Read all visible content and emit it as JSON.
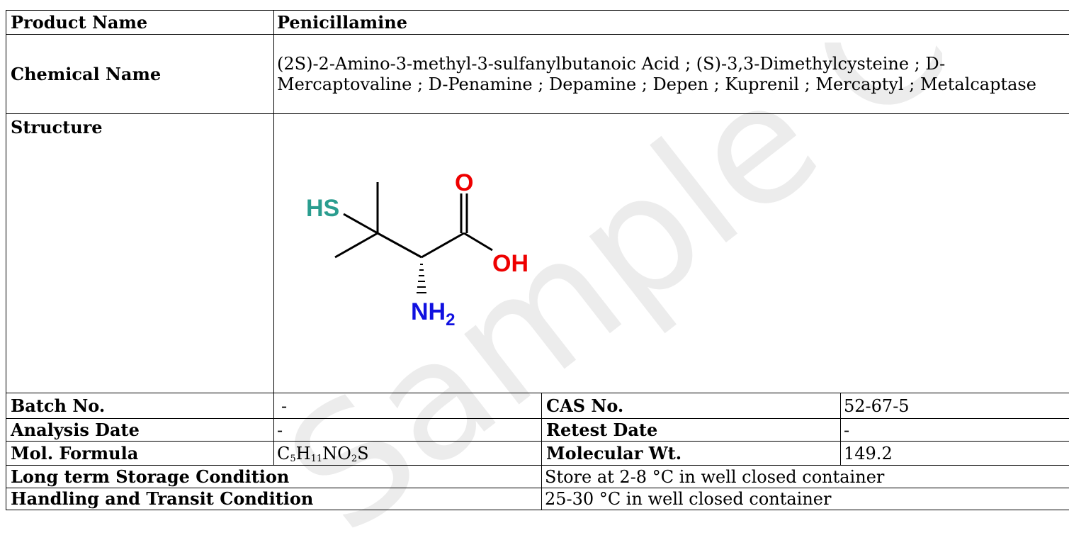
{
  "watermark": "Sample COA",
  "product_name": {
    "label": "Product Name",
    "value": "Penicillamine"
  },
  "chemical_name": {
    "label": "Chemical Name",
    "value": "(2S)-2-Amino-3-methyl-3-sulfanylbutanoic Acid ; (S)-3,3-Dimethylcysteine ; D-Mercaptovaline ; D-Penamine ; Depamine ; Depen ; Kuprenil ; Mercaptyl ; Metalcaptase"
  },
  "structure": {
    "label": "Structure",
    "atoms": {
      "hs": "HS",
      "o": "O",
      "oh": "OH",
      "nh": "NH",
      "nh_sub": "2"
    },
    "colors": {
      "sulfur": "#2a9d8f",
      "oxygen": "#ee0000",
      "nitrogen": "#1010e0",
      "bond": "#000000"
    }
  },
  "batch_no": {
    "label": "Batch No.",
    "value": "-"
  },
  "cas_no": {
    "label": "CAS No.",
    "value": "52-67-5"
  },
  "analysis_date": {
    "label": "Analysis Date",
    "value": "-"
  },
  "retest_date": {
    "label": "Retest Date",
    "value": "-"
  },
  "mol_formula": {
    "label": "Mol. Formula",
    "parts": {
      "c": "C",
      "c_n": "5",
      "h": "H",
      "h_n": "11",
      "n": "N",
      "o": "O",
      "o_n": "2",
      "s": "S"
    }
  },
  "molecular_wt": {
    "label": "Molecular Wt.",
    "value": "149.2"
  },
  "storage": {
    "label": "Long term Storage Condition",
    "value": "Store at 2-8 °C in well closed container"
  },
  "handling": {
    "label": "Handling and Transit Condition",
    "value": "25-30 °C in well closed container"
  }
}
